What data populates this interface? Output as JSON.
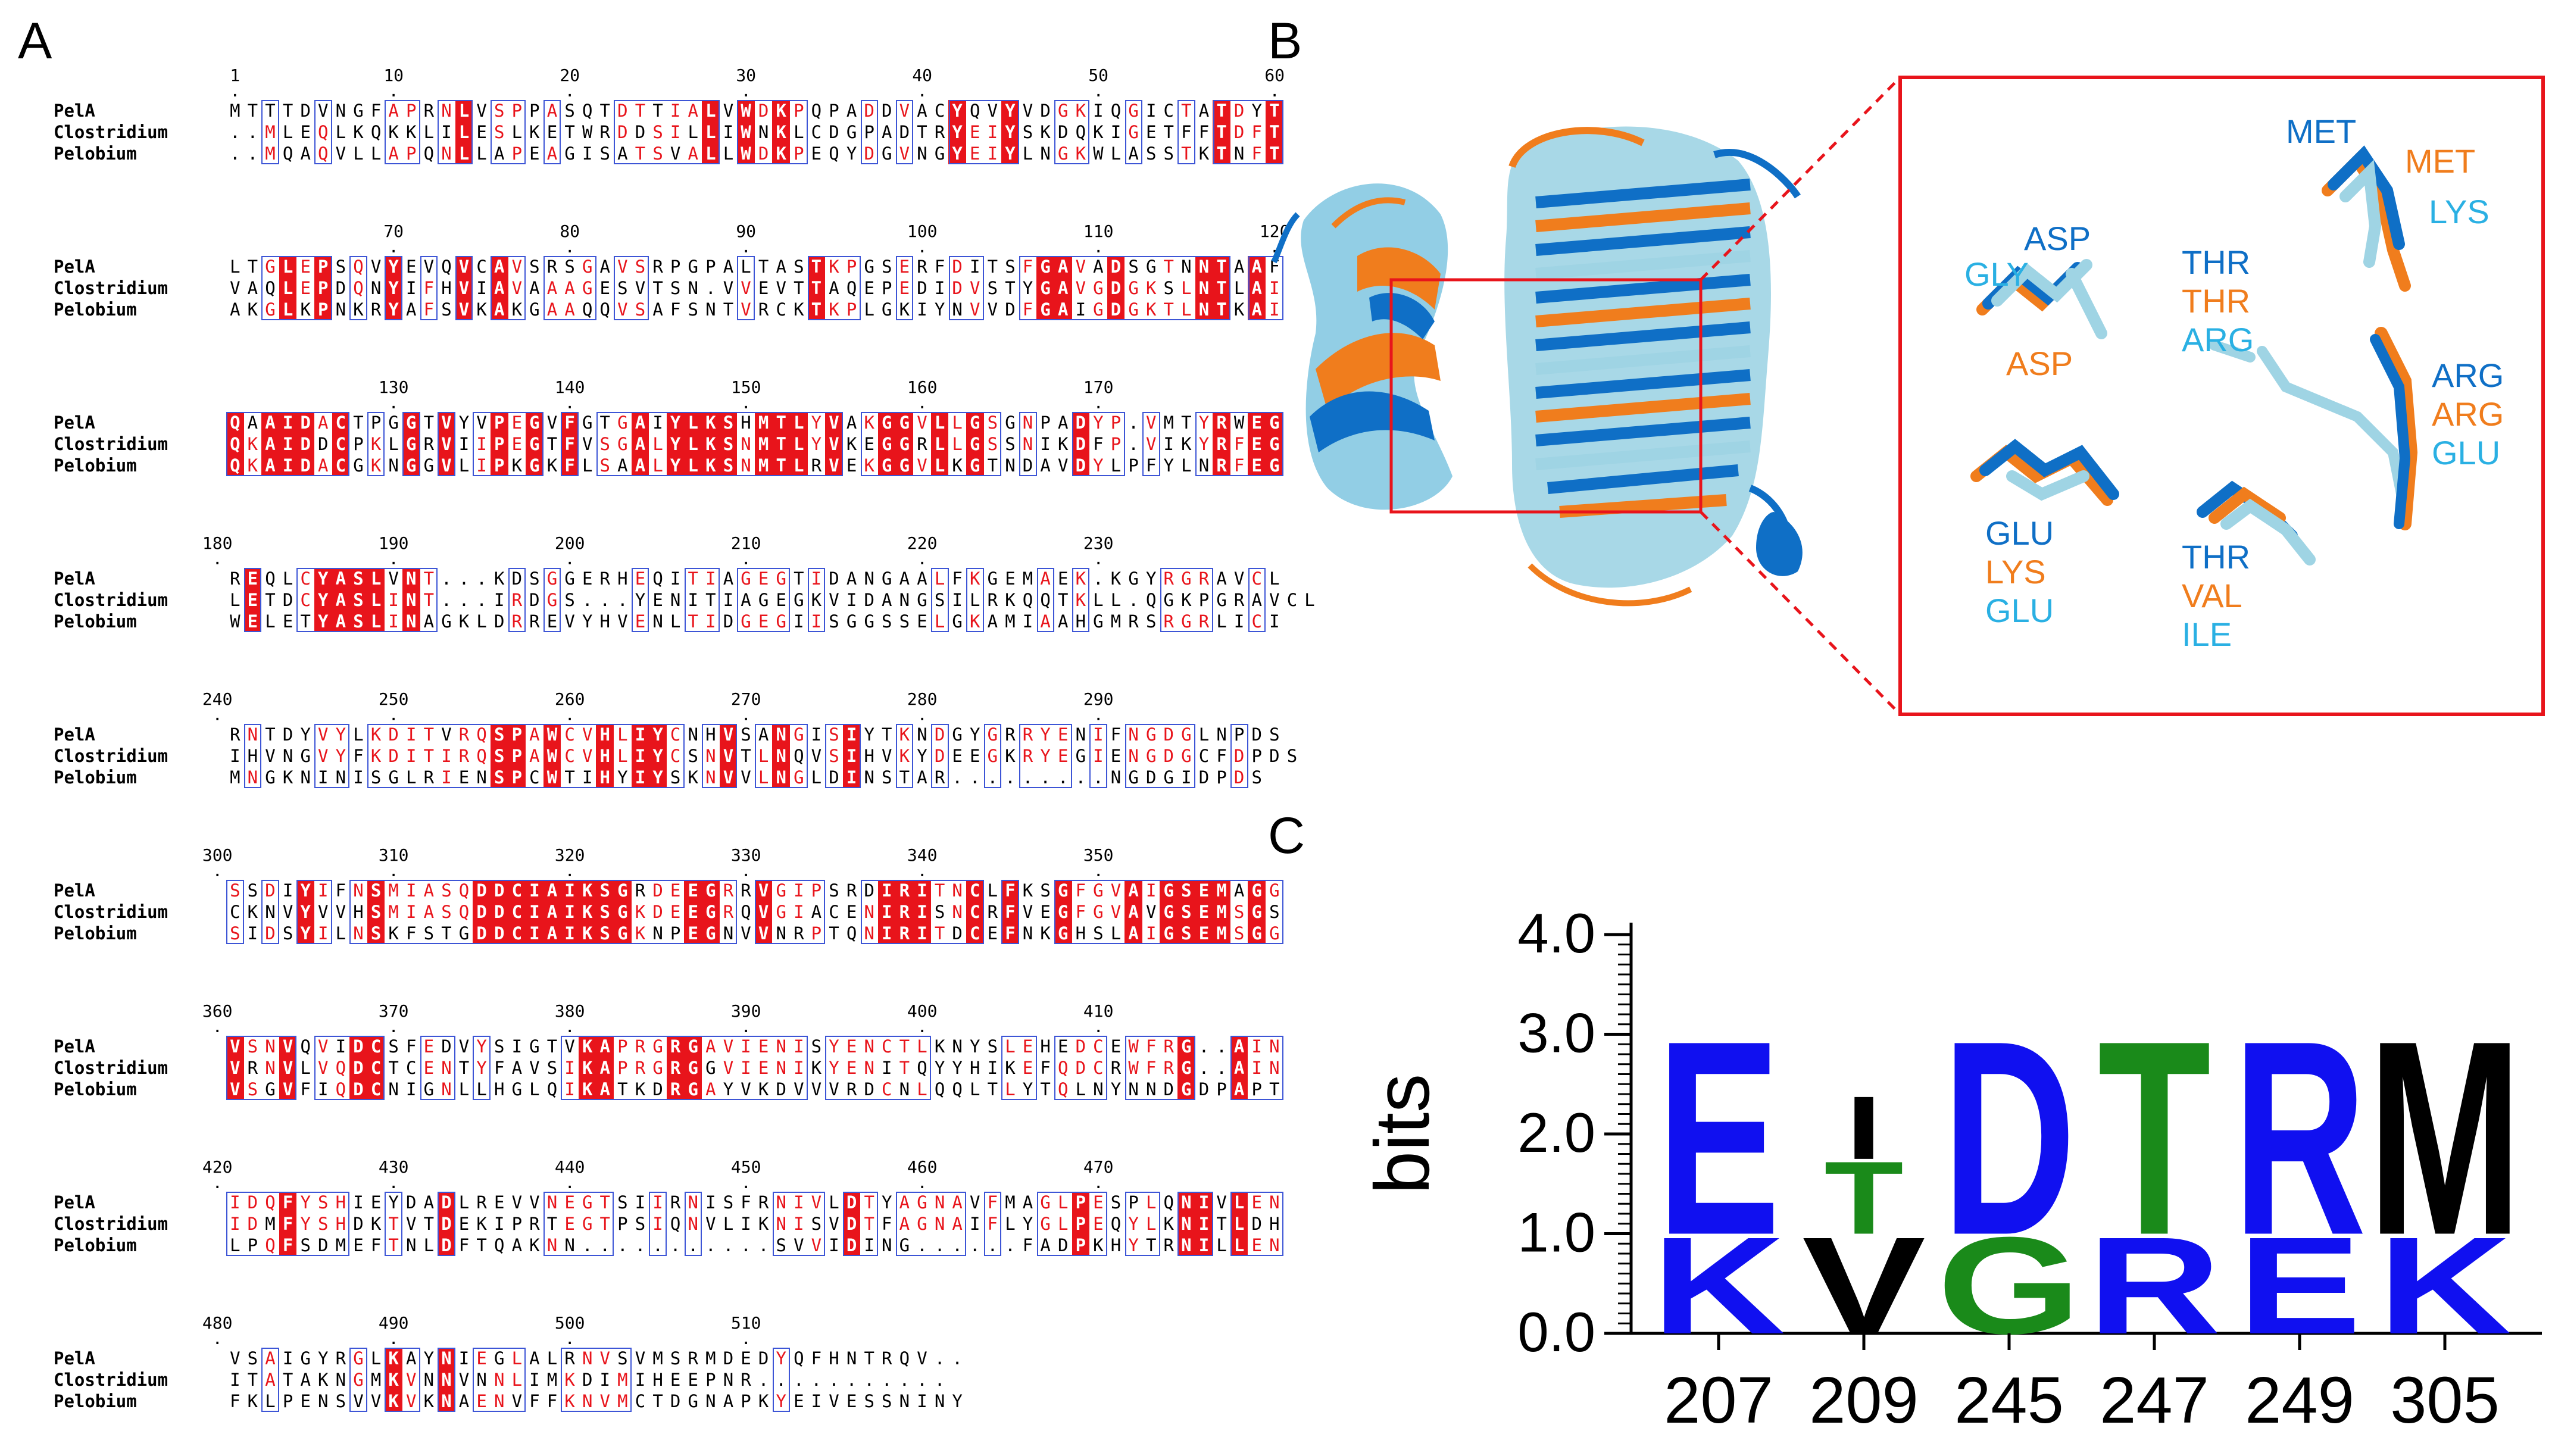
{
  "labels": {
    "a": "A",
    "b": "B",
    "c": "C"
  },
  "alignment": {
    "names": [
      "PelA",
      "Clostridium",
      "Pelobium"
    ],
    "blocks": [
      {
        "ticks": [
          [
            "1",
            1
          ],
          [
            "10",
            10
          ],
          [
            "20",
            20
          ],
          [
            "30",
            30
          ],
          [
            "40",
            40
          ],
          [
            "50",
            50
          ],
          [
            "60",
            60
          ]
        ],
        "rows": [
          "MTTTDVNGFAPRNLVSPPASQTDTTIALVWDKPQPADDVACYQVYVDGKIQGICTATDYT",
          "..MLEQLKQKKLILESLKETWRDDSILLIWNKLCDGPADTRYEIYSKDQKIGETFFTDFT",
          "..MQAQVLLAPQNLLAPEAGISATSVALLWDKPEQYDGVNGYEIYLNGKWLASSTKTNFT"
        ],
        "marks": "                                                            "
      },
      {
        "ticks": [
          [
            "70",
            70
          ],
          [
            "80",
            80
          ],
          [
            "90",
            90
          ],
          [
            "100",
            100
          ],
          [
            "110",
            110
          ],
          [
            "120",
            120
          ]
        ],
        "rows": [
          "LTGLEPSQVYEVQVCAVSRSGAVSRPGPALTASTKPGSERFDITSFGAVADSGTNNTAAF",
          "VAQLEPDQNYIFHVIAVAAAGESVTSN.VVEVTTAQEPEDIDVSTYGAVGDGKSLNTLAI",
          "AKGLKPNKRYAFSVKAKGAAQQVSAFSNTVRCKTKPLGKIYNVVDFGAIGDGKTLNTKAI"
        ]
      },
      {
        "ticks": [
          [
            "130",
            130
          ],
          [
            "140",
            140
          ],
          [
            "150",
            150
          ],
          [
            "160",
            160
          ],
          [
            "170",
            170
          ]
        ],
        "rows": [
          "QAAIDACTPGGTVYVPEGVFGTGAIYLKSHMTLYVAKGGVLLGSGNPADYP.VMTYRWEG",
          "QKAIDDCPKLGRVIIPEGTFVSGALYLKSNMTLYVKEGGRLLGSSNIKDFP.VIKYRFEG",
          "QKAIDACGKNGGVLIPKGKFLSAALYLKSNMTLRVEKGGVLKGTNDAVDYLPFYLNRFEG"
        ]
      },
      {
        "ticks": [
          [
            "180",
            180
          ],
          [
            "190",
            190
          ],
          [
            "200",
            200
          ],
          [
            "210",
            210
          ],
          [
            "220",
            220
          ],
          [
            "230",
            230
          ]
        ],
        "rows": [
          "REQLCYASLVNT...KDSGGERHEQITIAGEGTIDANGAALFKGEMAEK.KGYRGRAVCL",
          "LETDCYASLINT...IRDGS...YENITIAGEGKVIDANGSILRKQQTKLL.QGKPGRAVCL",
          "WELETYASLINAGKLDRREVYHVENLTIDGEGIISGGSSELGKAMIAAHGMRSRGRLICI"
        ]
      },
      {
        "ticks": [
          [
            "240",
            240
          ],
          [
            "250",
            250
          ],
          [
            "260",
            260
          ],
          [
            "270",
            270
          ],
          [
            "280",
            280
          ],
          [
            "290",
            290
          ]
        ],
        "rows": [
          "RNTDYVYLKDITVRQSPAWCVHLIYCNHVSANGISIYTKNDGYGRRYENIFNGDGLNPDS",
          "IHVNGVYFKDITIRQSPAWCVHLIYCSNVTLNQVSIHVKYDEEGKRYEGIENGDGCFDPDS",
          "MNGKNINISGLRIENSPCWTIHYIYSKNVVLNGLDINSTAR.........NGDGIDPDS"
        ]
      },
      {
        "ticks": [
          [
            "300",
            300
          ],
          [
            "310",
            310
          ],
          [
            "320",
            320
          ],
          [
            "330",
            330
          ],
          [
            "340",
            340
          ],
          [
            "350",
            350
          ]
        ],
        "rows": [
          "SSDIYIFNSMIASQDDCIAIKSGRDEEGRRVGIPSRDIRITNCLFKSGFGVAIGSEMAGG",
          "CKNVYVVHSMIASQDDCIAIKSGKDEEGRQVGIACENIRISNCRFVEGFGVAVGSEMSGS",
          "SIDSYILNSKFSTGDDCIAIKSGKNPEGNVVNRPTQNIRITDCEFNKGHSLAIGSEMSGG"
        ]
      },
      {
        "ticks": [
          [
            "360",
            360
          ],
          [
            "370",
            370
          ],
          [
            "380",
            380
          ],
          [
            "390",
            390
          ],
          [
            "400",
            400
          ],
          [
            "410",
            410
          ]
        ],
        "rows": [
          "VSNVQVIDCSFEDVYSIGTVKAPRGRGAVIENISYENCTLKNYSLEHEDCEWFRG..AIN",
          "VRNVLVQDCTCENTYFAVSIKAPRGRGGVIENIKYENITQYYHIKEFQDCRWFRG..AIN",
          "VSGVFIQDCNIGNLLHGLQIKATKDRGAYVKDVVVRDCNLQQLTLYTQLNYNNDGDPAPT"
        ]
      },
      {
        "ticks": [
          [
            "420",
            420
          ],
          [
            "430",
            430
          ],
          [
            "440",
            440
          ],
          [
            "450",
            450
          ],
          [
            "460",
            460
          ],
          [
            "470",
            470
          ]
        ],
        "rows": [
          "IDQFYSHIEYDADLREVVNEGTSIIRNISFRNIVLDTYAGNAVFMAGLPESPLQNIVLEN",
          "IDMFYSHDKTVTDEKIPRTEGTPSIQNVLIKNISVDTFAGNAIFLYGLPEQYLKNITLDH",
          "LPQFSDMEFTNLDFTQAKNN...........SVVIDING......FADPKHYTRNILLEN"
        ]
      },
      {
        "ticks": [
          [
            "480",
            480
          ],
          [
            "490",
            490
          ],
          [
            "500",
            500
          ],
          [
            "510",
            510
          ]
        ],
        "rows": [
          "VSAIGYRGLKAYNIEGLALRNVSVMSRMDEDYQFHNTRQV..",
          "ITATAKNGMKVNNVNNLIMKDIMIHEEPNR...........",
          "FKLPENSVVKVKNAENVFFKNVMCTDGNAPKYEIVESSNINY"
        ]
      }
    ]
  },
  "structure": {
    "residues_group1": [
      "GLY",
      "ASP",
      "ASP"
    ],
    "residues_group2": [
      "THR",
      "THR",
      "ARG"
    ],
    "residues_group3": [
      "MET",
      "MET",
      "LYS"
    ],
    "residues_group4": [
      "ARG",
      "ARG",
      "GLU"
    ],
    "residues_group5": [
      "GLU",
      "LYS",
      "GLU"
    ],
    "residues_group6": [
      "THR",
      "VAL",
      "ILE"
    ],
    "colors": {
      "dark_blue": "#0f6fc6",
      "orange": "#f07d1d",
      "light_blue": "#2ab0e3",
      "red": "#e8141b"
    }
  },
  "logo": {
    "ylabel": "bits",
    "yticks": [
      "0.0",
      "1.0",
      "2.0",
      "3.0",
      "4.0"
    ],
    "positions": [
      {
        "label": "207",
        "top": "E",
        "top_color": "#1010f0",
        "top_bits": 2.0,
        "bottom": "K",
        "bottom_color": "#1010f0",
        "bottom_bits": 1.0
      },
      {
        "label": "209",
        "top": "I",
        "top_color": "#000000",
        "top_bits": 0.65,
        "bottom2": "T",
        "bottom2_color": "#1a8a1a",
        "bottom2_bits": 0.75,
        "bottom": "V",
        "bottom_color": "#000000",
        "bottom_bits": 1.0
      },
      {
        "label": "245",
        "top": "D",
        "top_color": "#1010f0",
        "top_bits": 2.0,
        "bottom": "G",
        "bottom_color": "#1a8a1a",
        "bottom_bits": 1.0
      },
      {
        "label": "247",
        "top": "T",
        "top_color": "#1a8a1a",
        "top_bits": 2.0,
        "bottom": "R",
        "bottom_color": "#1010f0",
        "bottom_bits": 1.0
      },
      {
        "label": "249",
        "top": "R",
        "top_color": "#1010f0",
        "top_bits": 2.0,
        "bottom": "E",
        "bottom_color": "#1010f0",
        "bottom_bits": 1.0
      },
      {
        "label": "305",
        "top": "M",
        "top_color": "#000000",
        "top_bits": 2.0,
        "bottom": "K",
        "bottom_color": "#1010f0",
        "bottom_bits": 1.0
      }
    ]
  }
}
